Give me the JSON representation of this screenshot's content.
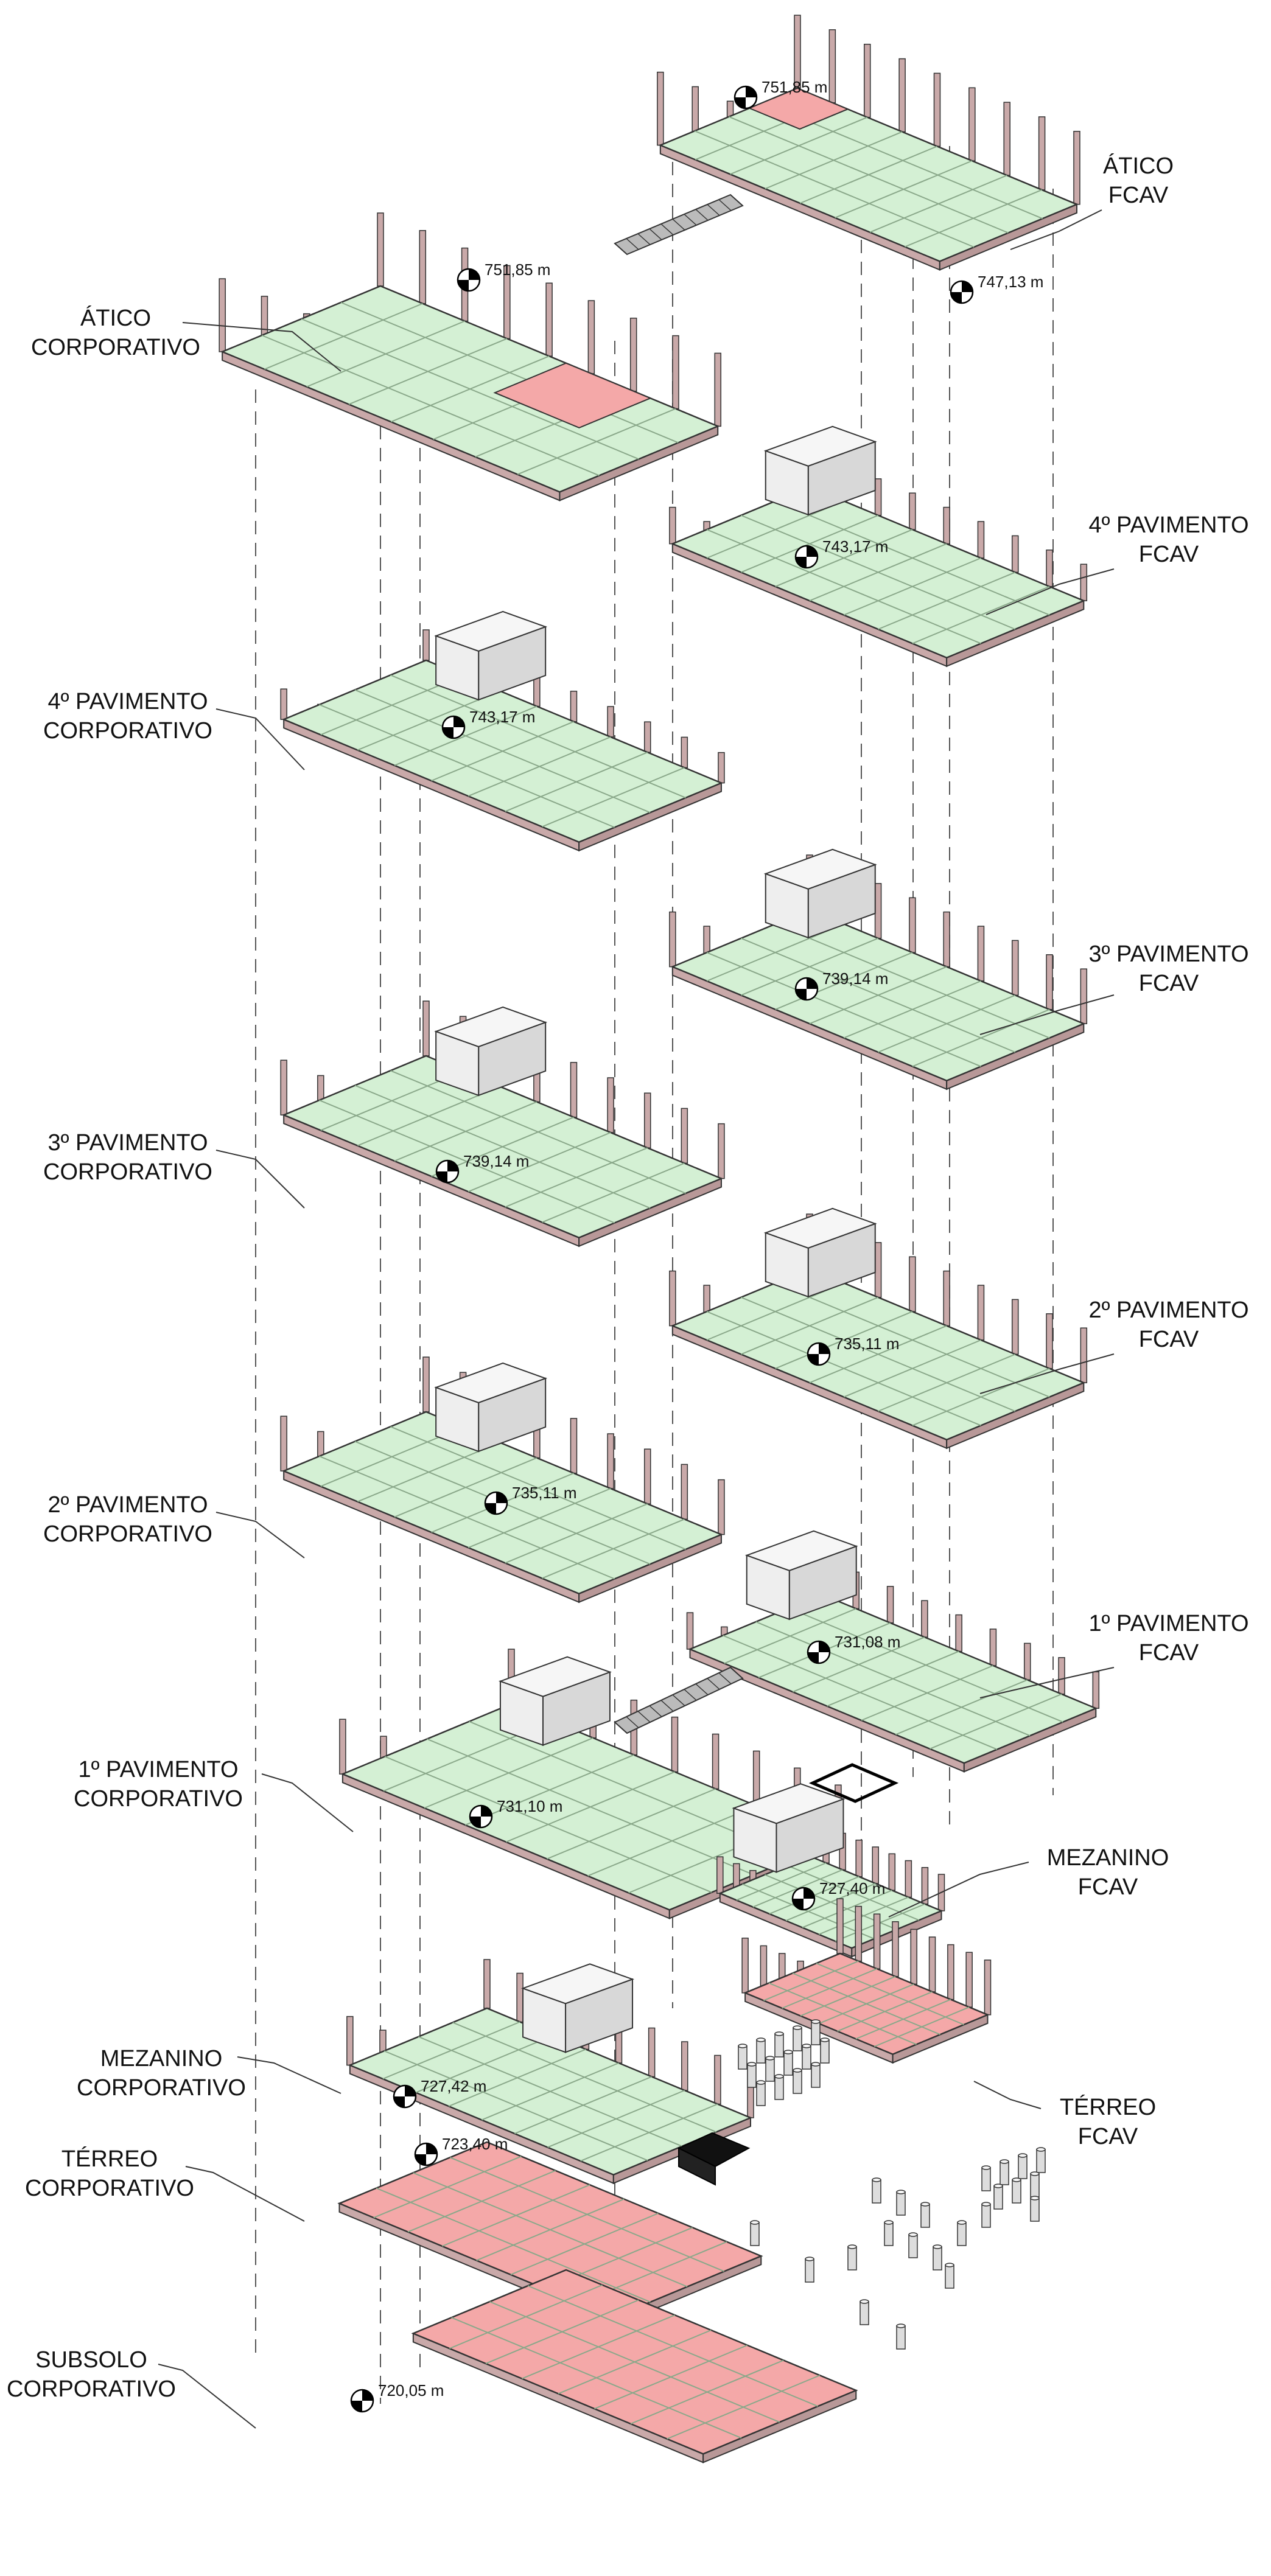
{
  "floors": [
    {
      "id": "atico-corporativo",
      "label": [
        "ÁTICO",
        "CORPORATIVO"
      ],
      "elevation": "751,85 m"
    },
    {
      "id": "atico-fcav",
      "label": [
        "ÁTICO",
        "FCAV"
      ],
      "elevation": "751,85 m",
      "elevation_2": "747,13 m"
    },
    {
      "id": "4-pav-fcav",
      "label": [
        "4º PAVIMENTO",
        "FCAV"
      ],
      "elevation": "743,17 m"
    },
    {
      "id": "4-pav-corporativo",
      "label": [
        "4º PAVIMENTO",
        "CORPORATIVO"
      ],
      "elevation": "743,17 m"
    },
    {
      "id": "3-pav-fcav",
      "label": [
        "3º PAVIMENTO",
        "FCAV"
      ],
      "elevation": "739,14 m"
    },
    {
      "id": "3-pav-corporativo",
      "label": [
        "3º PAVIMENTO",
        "CORPORATIVO"
      ],
      "elevation": "739,14 m"
    },
    {
      "id": "2-pav-fcav",
      "label": [
        "2º PAVIMENTO",
        "FCAV"
      ],
      "elevation": "735,11 m"
    },
    {
      "id": "2-pav-corporativo",
      "label": [
        "2º PAVIMENTO",
        "CORPORATIVO"
      ],
      "elevation": "735,11 m"
    },
    {
      "id": "1-pav-fcav",
      "label": [
        "1º PAVIMENTO",
        "FCAV"
      ],
      "elevation": "731,08 m"
    },
    {
      "id": "1-pav-corporativo",
      "label": [
        "1º PAVIMENTO",
        "CORPORATIVO"
      ],
      "elevation": "731,10 m"
    },
    {
      "id": "mezanino-fcav",
      "label": [
        "MEZANINO",
        "FCAV"
      ],
      "elevation": "727,40 m"
    },
    {
      "id": "mezanino-corporativo",
      "label": [
        "MEZANINO",
        "CORPORATIVO"
      ],
      "elevation": "727,42 m"
    },
    {
      "id": "terreo-fcav",
      "label": [
        "TÉRREO",
        "FCAV"
      ],
      "elevation": ""
    },
    {
      "id": "terreo-corporativo",
      "label": [
        "TÉRREO",
        "CORPORATIVO"
      ],
      "elevation": "723,40 m"
    },
    {
      "id": "subsolo-corporativo",
      "label": [
        "SUBSOLO",
        "CORPORATIVO"
      ],
      "elevation": "720,05 m"
    }
  ],
  "colors": {
    "slab_green": "#d4f0d4",
    "slab_pink": "#f4a8a8",
    "slab_yellow": "#f8f0a8",
    "structure": "#c9a9a9",
    "wall_gray": "#d8d8d8",
    "line": "#333333"
  }
}
